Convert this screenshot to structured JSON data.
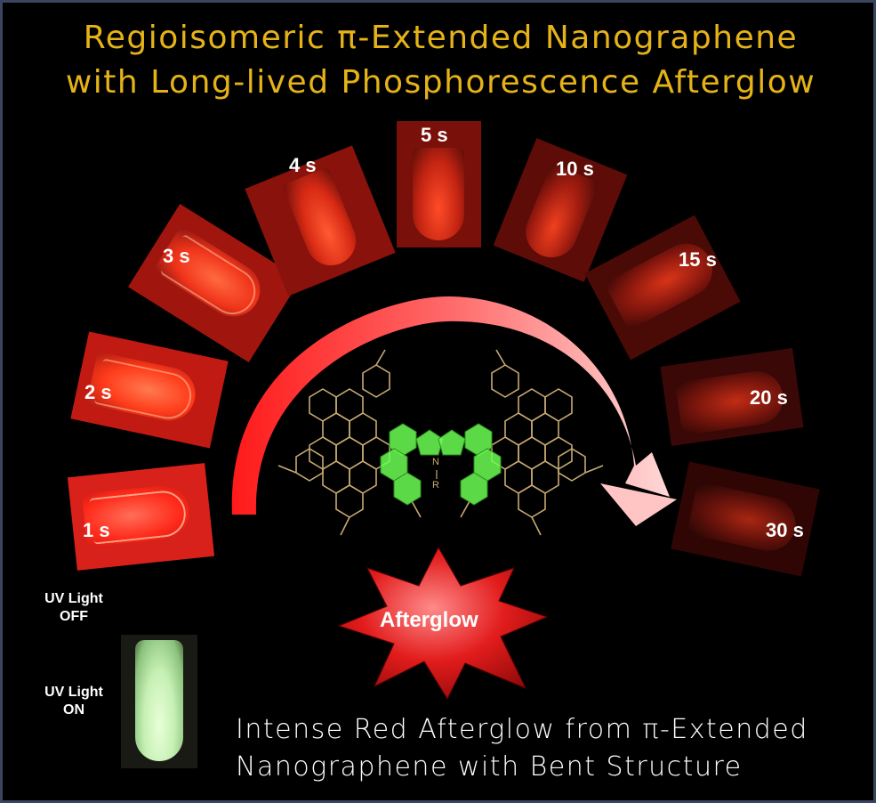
{
  "title": {
    "line1": "Regioisomeric π-Extended Nanographene",
    "line2": "with Long-lived Phosphorescence Afterglow"
  },
  "time_labels": [
    "1 s",
    "2 s",
    "3 s",
    "4 s",
    "5 s",
    "10 s",
    "15 s",
    "20 s",
    "30 s"
  ],
  "starburst_label": "Afterglow",
  "uv": {
    "off_line1": "UV Light",
    "off_line2": "OFF",
    "on_line1": "UV Light",
    "on_line2": "ON"
  },
  "molecule": {
    "atom_n": "N",
    "atom_r": "R"
  },
  "caption": {
    "line1": "Intense Red Afterglow from π-Extended",
    "line2": "Nanographene with Bent Structure"
  },
  "colors": {
    "title": "#e5b318",
    "glow_bright": "#ff2a1a",
    "glow_faint": "#5a0c08",
    "highlight": "#6cff52",
    "bond": "#c8aa72"
  }
}
